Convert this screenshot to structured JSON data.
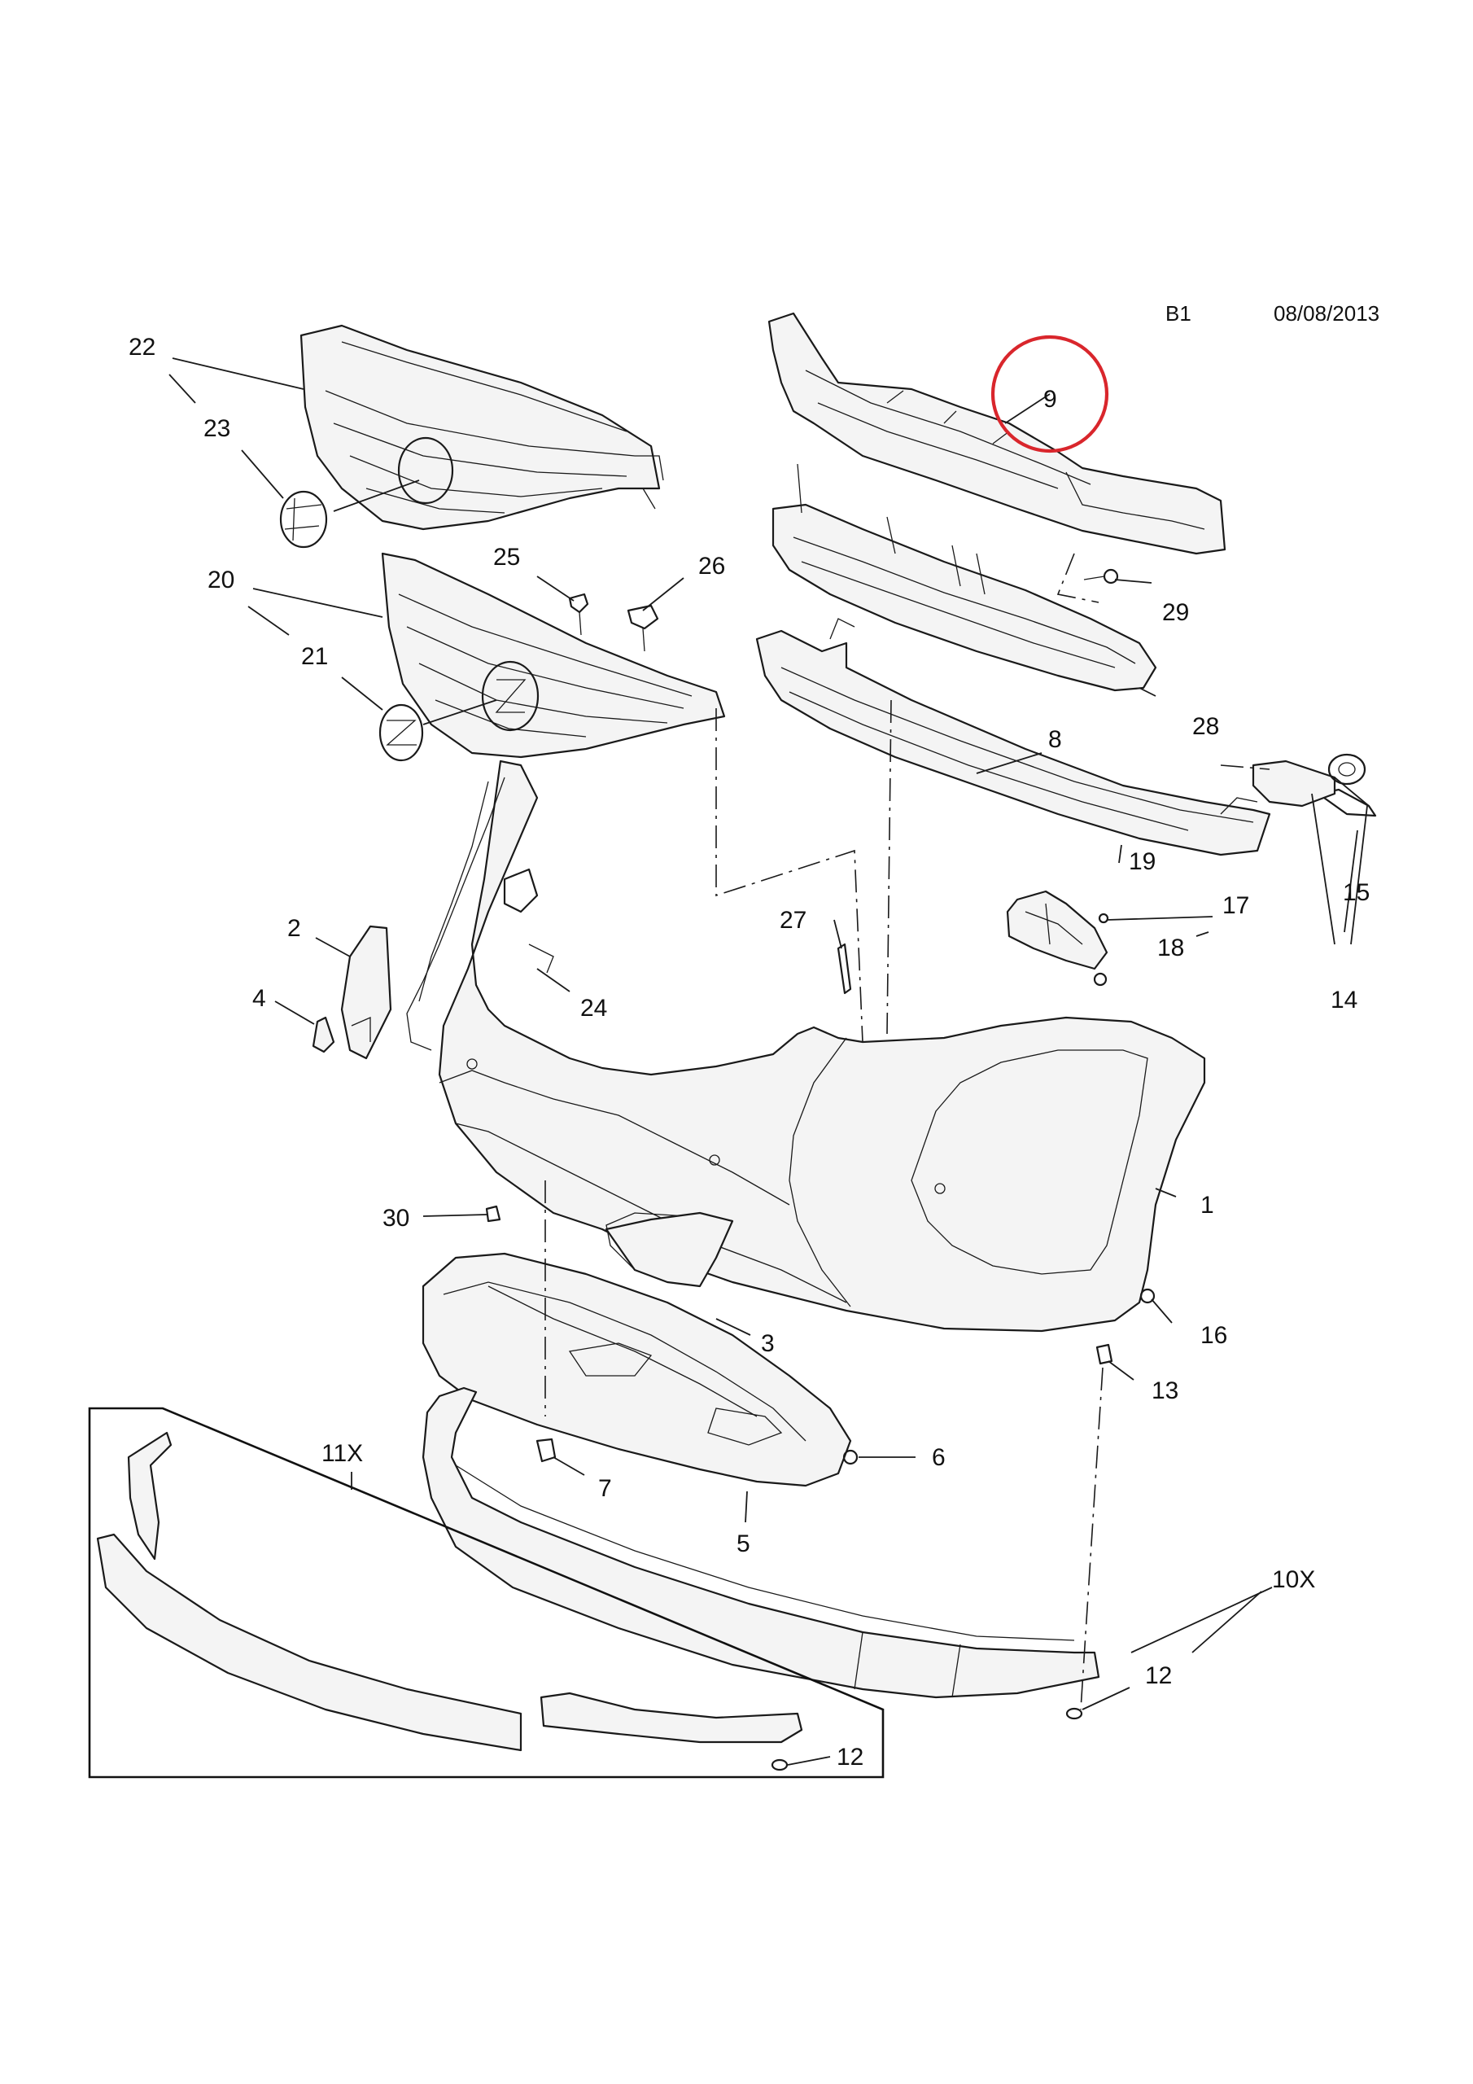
{
  "header": {
    "group_code": "B1",
    "date": "08/08/2013"
  },
  "highlight": {
    "part": "9",
    "color": "#d9262c"
  },
  "part_labels": {
    "p1": "1",
    "p2": "2",
    "p3": "3",
    "p4": "4",
    "p5": "5",
    "p6": "6",
    "p7": "7",
    "p8": "8",
    "p9": "9",
    "p10x": "10X",
    "p11x": "11X",
    "p12a": "12",
    "p12b": "12",
    "p13": "13",
    "p14": "14",
    "p15": "15",
    "p16": "16",
    "p17": "17",
    "p18": "18",
    "p19": "19",
    "p20": "20",
    "p21": "21",
    "p22": "22",
    "p23": "23",
    "p24": "24",
    "p25": "25",
    "p26": "26",
    "p27": "27",
    "p28": "28",
    "p29": "29",
    "p30": "30"
  }
}
